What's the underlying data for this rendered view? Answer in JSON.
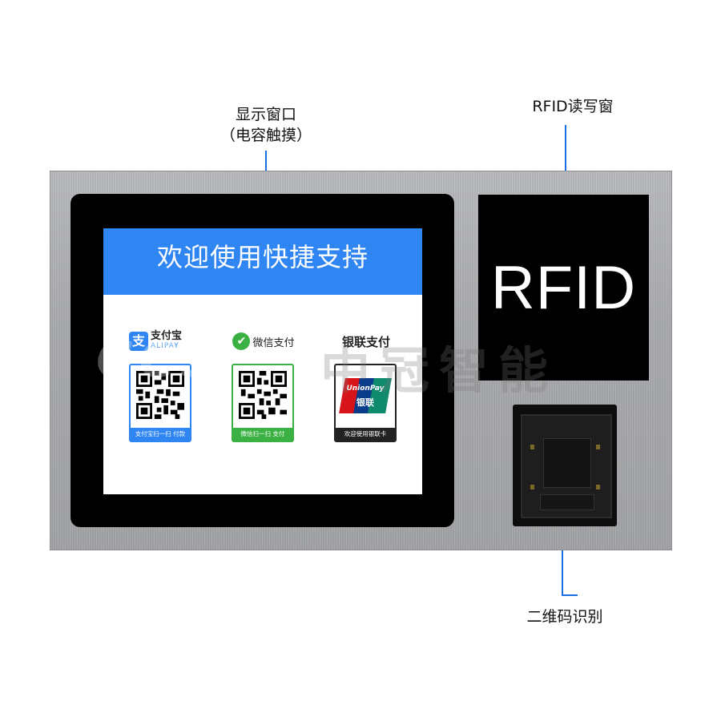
{
  "callouts": {
    "display_line1": "显示窗口",
    "display_line2": "（电容触摸）",
    "rfid": "RFID读写窗",
    "scanner": "二维码识别"
  },
  "screen": {
    "header": "欢迎使用快捷支持",
    "payments": [
      {
        "logo_text": "支付宝",
        "logo_sub": "ALIPAY",
        "caption": "支付宝扫一扫 付款",
        "color": "#2f86f2"
      },
      {
        "logo_text": "微信支付",
        "caption": "微信扫一扫 支付",
        "color": "#3bb143"
      },
      {
        "logo_text": "银联支付",
        "card_title": "UnionPay",
        "card_cn": "银联",
        "caption": "欢迎使用银联卡",
        "color": "#222222"
      }
    ]
  },
  "rfid_window": {
    "label": "RFID"
  },
  "watermark": {
    "latin": "CCS",
    "cn": "中冠智能"
  }
}
